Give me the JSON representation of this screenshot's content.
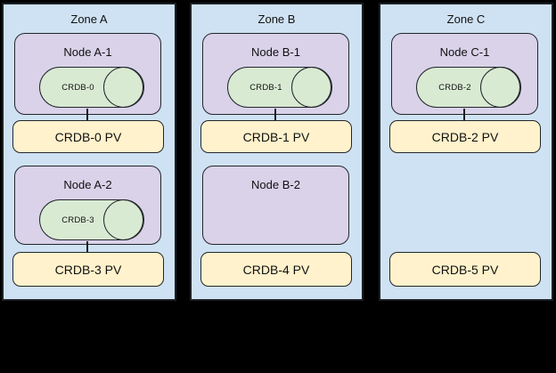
{
  "diagram": {
    "zones": [
      {
        "label": "Zone A",
        "nodes": [
          {
            "label": "Node A-1",
            "pod": "CRDB-0"
          },
          {
            "label": "Node A-2",
            "pod": "CRDB-3"
          }
        ],
        "pvs": [
          "CRDB-0 PV",
          "CRDB-3 PV"
        ]
      },
      {
        "label": "Zone B",
        "nodes": [
          {
            "label": "Node B-1",
            "pod": "CRDB-1"
          },
          {
            "label": "Node B-2"
          }
        ],
        "pvs": [
          "CRDB-1 PV",
          "CRDB-4 PV"
        ]
      },
      {
        "label": "Zone C",
        "nodes": [
          {
            "label": "Node C-1",
            "pod": "CRDB-2"
          }
        ],
        "pvs": [
          "CRDB-2 PV",
          "CRDB-5 PV"
        ]
      }
    ]
  },
  "colors": {
    "page_background": "#000000",
    "zone_fill": "#cfe2f3",
    "node_fill": "#d9d2e9",
    "pod_fill": "#d9ead3",
    "pv_fill": "#fff2cc",
    "outline": "#1c1f24"
  }
}
